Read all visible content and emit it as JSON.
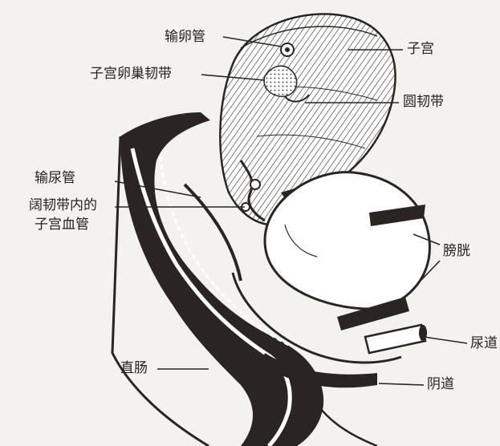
{
  "labels": {
    "fallopian_tube": "输卵管",
    "uterus": "子宫",
    "utero_ovarian_ligament": "子宫卵巢韧带",
    "round_ligament": "圆韧带",
    "ureter": "输尿管",
    "broad_ligament_vessels_line1": "阔韧带内的",
    "broad_ligament_vessels_line2": "子宫血管",
    "bladder": "膀胱",
    "urethra": "尿道",
    "rectum": "直肠",
    "vagina": "阴道"
  },
  "colors": {
    "ink": "#2a2522",
    "paper": "#f4f2ee",
    "fill_light": "#ffffff"
  }
}
